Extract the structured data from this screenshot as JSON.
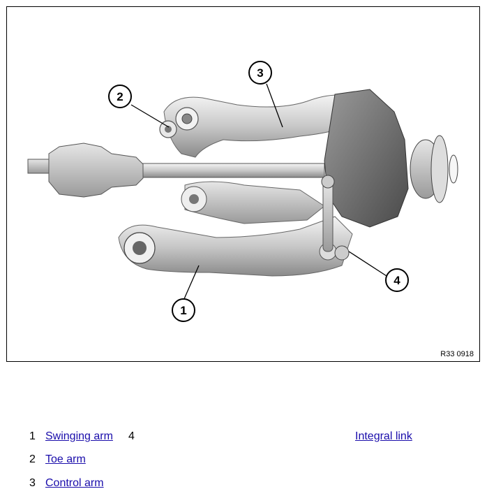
{
  "figure": {
    "code": "R33 0918",
    "callouts": [
      "1",
      "2",
      "3",
      "4"
    ]
  },
  "legend": [
    {
      "number": "1",
      "label": "Swinging arm"
    },
    {
      "number": "2",
      "label": "Toe arm"
    },
    {
      "number": "3",
      "label": "Control arm"
    },
    {
      "number": "4",
      "label": "Integral link"
    }
  ]
}
